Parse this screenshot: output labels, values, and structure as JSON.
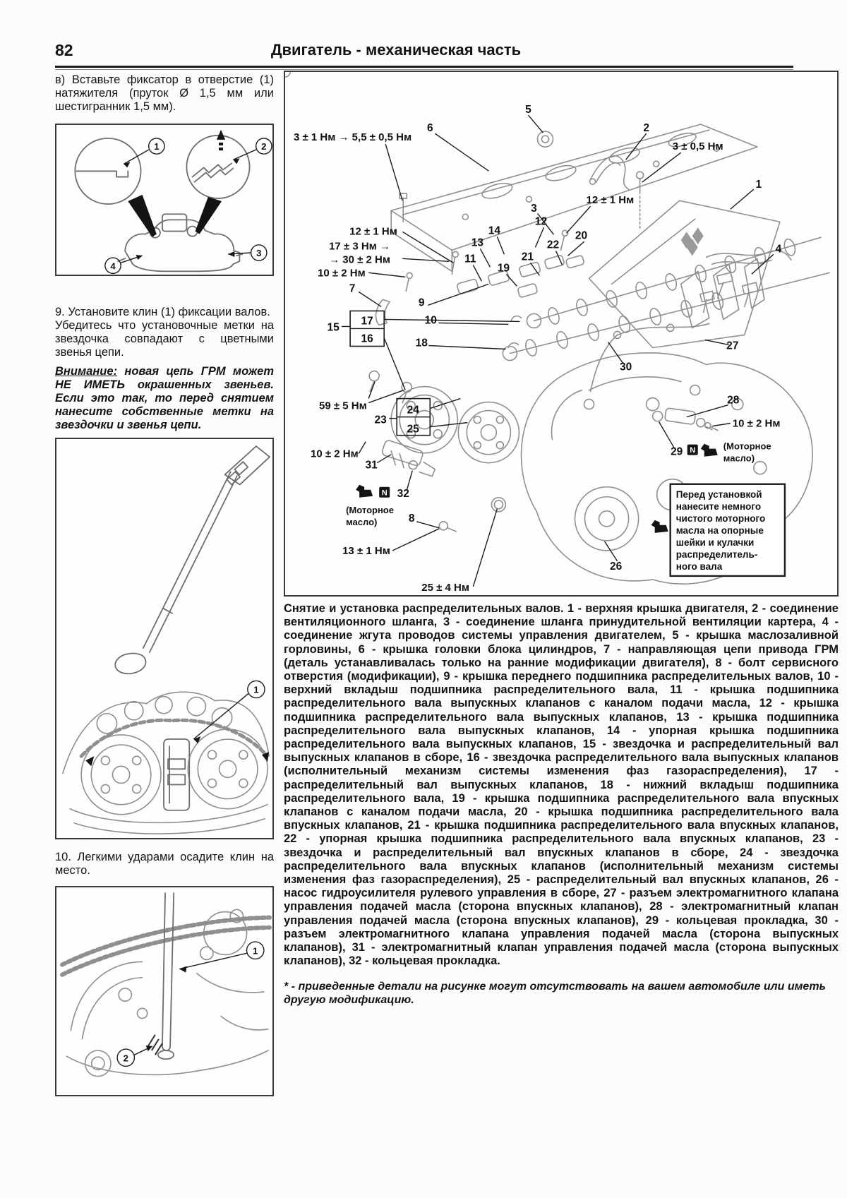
{
  "header": {
    "page_number": "82",
    "title": "Двигатель - механическая часть"
  },
  "left": {
    "intro": "в) Вставьте фиксатор в отверстие (1) натяжителя (пруток Ø 1,5 мм или шестигранник 1,5 мм).",
    "fig1": {
      "c1": "1",
      "c2": "2",
      "c3": "3",
      "c4": "4"
    },
    "step9_1": "9. Установите клин (1) фиксации валов.",
    "step9_2": "Убедитесь что установочные метки на звездочка совпадают с цветными звенья цепи.",
    "warn_label": "Внимание:",
    "warn_rest": " новая цепь ГРМ может НЕ ИМЕТЬ окрашенных звеньев. Если это так, то перед снятием нанесите собственные метки на звездочки и звенья цепи.",
    "fig2": {
      "c1": "1"
    },
    "step10": "10. Легкими ударами осадите клин на место.",
    "fig3": {
      "c1": "1",
      "c2": "2"
    }
  },
  "diagram": {
    "torque": {
      "g1": "3 ± 1 Нм → 5,5 ± 0,5 Нм",
      "t3": "3 ± 0,5 Нм",
      "t12": "12 ± 1 Нм",
      "t17": "17 ± 3 Нм →",
      "t30": "→ 30 ± 2 Нм",
      "t10": "10 ± 2 Нм",
      "t59": "59 ± 5 Нм",
      "t13": "13 ± 1 Нм",
      "t25": "25 ± 4 Нм"
    },
    "nums": [
      "1",
      "2",
      "3",
      "4",
      "5",
      "6",
      "7",
      "8",
      "9",
      "10",
      "11",
      "12",
      "13",
      "14",
      "15",
      "16",
      "17",
      "18",
      "19",
      "20",
      "21",
      "22",
      "23",
      "24",
      "25",
      "26",
      "27",
      "28",
      "29",
      "30",
      "31",
      "32"
    ],
    "n_badge": "N",
    "oil1": "(Моторное",
    "oil2": "масло)",
    "note_lines": [
      "Перед установкой",
      "нанесите немного",
      "чистого моторного",
      "масла на опорные",
      "шейки и кулачки",
      "распределитель-",
      "ного вала"
    ]
  },
  "caption": "Снятие и установка распределительных валов. 1 - верхняя крышка двигателя, 2 - соединение вентиляционного шланга, 3 - соединение шланга принудительной вентиляции картера, 4 - соединение жгута проводов системы управления двигателем, 5 - крышка маслозаливной горловины, 6 - крышка головки блока цилиндров, 7 - направляющая цепи привода ГРМ (деталь устанавливалась только на ранние модификации двигателя), 8 - болт сервисного отверстия (модификации), 9 - крышка переднего подшипника распределительных валов, 10 - верхний вкладыш подшипника распределительного вала, 11 - крышка подшипника распределительного вала выпускных клапанов с каналом подачи масла, 12 - крышка подшипника распределительного вала выпускных клапанов, 13 - крышка подшипника распределительного вала выпускных клапанов, 14 - упорная крышка подшипника распределительного вала выпускных клапанов, 15 - звездочка и распределительный вал выпускных клапанов в сборе, 16 - звездочка распределительного вала выпускных клапанов (исполнительный механизм системы изменения фаз газораспределения), 17 - распределительный вал выпускных клапанов, 18 - нижний вкладыш подшипника распределительного вала, 19 - крышка подшипника распределительного вала впускных клапанов с каналом подачи масла, 20 - крышка подшипника распределительного вала впускных клапанов, 21 - крышка подшипника распределительного вала впускных клапанов, 22 - упорная крышка подшипника распределительного вала впускных клапанов, 23 - звездочка и распределительный вал впускных клапанов в сборе, 24 - звездочка распределительного вала впускных клапанов (исполнительный механизм системы изменения фаз газораспределения), 25 - распределительный вал впускных клапанов, 26 - насос гидроусилителя рулевого управления в сборе, 27 - разъем электромагнитного клапана управления подачей масла (сторона впускных клапанов), 28 - электромагнитный клапан управления подачей масла (сторона впускных клапанов), 29 - кольцевая прокладка, 30 - разъем электромагнитного клапана управления подачей масла (сторона выпускных клапанов), 31 - электромагнитный клапан управления подачей масла (сторона выпускных клапанов), 32 - кольцевая прокладка.",
  "footnote": "* - приведенные детали на рисунке могут отсутствовать на вашем автомобиле или иметь другую модификацию."
}
